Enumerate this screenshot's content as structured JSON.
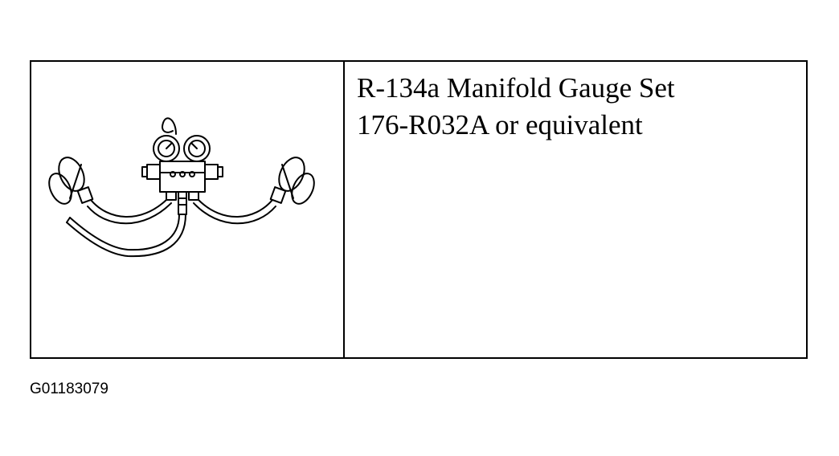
{
  "tool": {
    "name_line": "R-134a Manifold Gauge Set",
    "part_line": "176-R032A or equivalent"
  },
  "illustration": {
    "icon": "manifold-gauge-set-icon"
  },
  "figure_code": "G01183079"
}
